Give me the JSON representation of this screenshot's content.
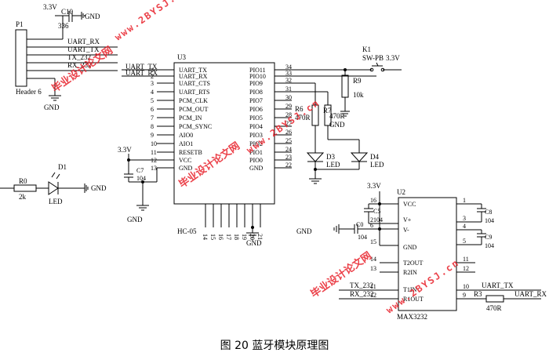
{
  "caption": "图 20  蓝牙模块原理图",
  "net_labels": {
    "v33_top": "3.3V",
    "v33_left": "3.3V",
    "v33_u2": "3.3V",
    "v33_k1": "3.3V",
    "gnd": "GND",
    "uart_rx": "UART_RX",
    "uart_tx": "UART_TX",
    "tx_232": "TX_232",
    "rx_232": "RX_232"
  },
  "components": {
    "p1": {
      "ref": "P1",
      "value": "Header 6"
    },
    "c10": {
      "ref": "C10",
      "value": "336"
    },
    "u3": {
      "ref": "U3",
      "value": "HC-05"
    },
    "u2": {
      "ref": "U2",
      "value": "MAX3232"
    },
    "k1": {
      "ref": "K1",
      "value": "SW-PB"
    },
    "r9": {
      "ref": "R9",
      "value": "10k"
    },
    "r6": {
      "ref": "R6",
      "value": "470R"
    },
    "r7": {
      "ref": "R7",
      "value": "470R"
    },
    "d3": {
      "ref": "D3",
      "value": "LED"
    },
    "d4": {
      "ref": "D4",
      "value": "LED"
    },
    "r0": {
      "ref": "R0",
      "value": "2k"
    },
    "d1": {
      "ref": "D1",
      "value": "LED"
    },
    "c7": {
      "ref": "C7",
      "value": "104"
    },
    "c5": {
      "ref": "C5",
      "value": "104"
    },
    "c0": {
      "ref": "C0",
      "value": "104"
    },
    "c8": {
      "ref": "C8",
      "value": "104"
    },
    "c9": {
      "ref": "C9",
      "value": "104"
    },
    "r3": {
      "ref": "R3",
      "value": "470R"
    }
  },
  "u3_left_pins": [
    "1",
    "2",
    "3",
    "4",
    "5",
    "6",
    "7",
    "8",
    "9",
    "10",
    "11",
    "12",
    "13"
  ],
  "u3_left_names": [
    "UART_TX",
    "UART_RX",
    "UART_CTS",
    "UART_RTS",
    "PCM_CLK",
    "PCM_OUT",
    "PCM_IN",
    "PCM_SYNC",
    "AIO0",
    "AIO1",
    "RESETB",
    "VCC",
    "GND"
  ],
  "u3_right_pins": [
    "34",
    "33",
    "32",
    "31",
    "30",
    "29",
    "28",
    "27",
    "26",
    "25",
    "24",
    "23",
    "22"
  ],
  "u3_right_names": [
    "PIO11",
    "PIO10",
    "PIO9",
    "PIO8",
    "PIO7",
    "PIO6",
    "PIO5",
    "PIO4",
    "PIO3",
    "PIO2",
    "PIO1",
    "PIO0",
    "GND"
  ],
  "u3_bottom_pins": [
    "14",
    "15",
    "16",
    "17",
    "18",
    "19",
    "20",
    "21"
  ],
  "u2_left_pins": [
    "16",
    "2",
    "6",
    "15",
    "14",
    "13",
    "11",
    "12"
  ],
  "u2_right_pins": [
    "1",
    "3",
    "4",
    "5",
    "11",
    "12",
    "10",
    "9"
  ],
  "u2_names": [
    "VCC",
    "V+",
    "V-",
    "GND",
    "T2OUT",
    "R2IN",
    "T1IN",
    "R1OUT"
  ],
  "watermark": {
    "text_cn": "毕业设计论文网",
    "text_url": "www.2BYSJ.cn"
  }
}
